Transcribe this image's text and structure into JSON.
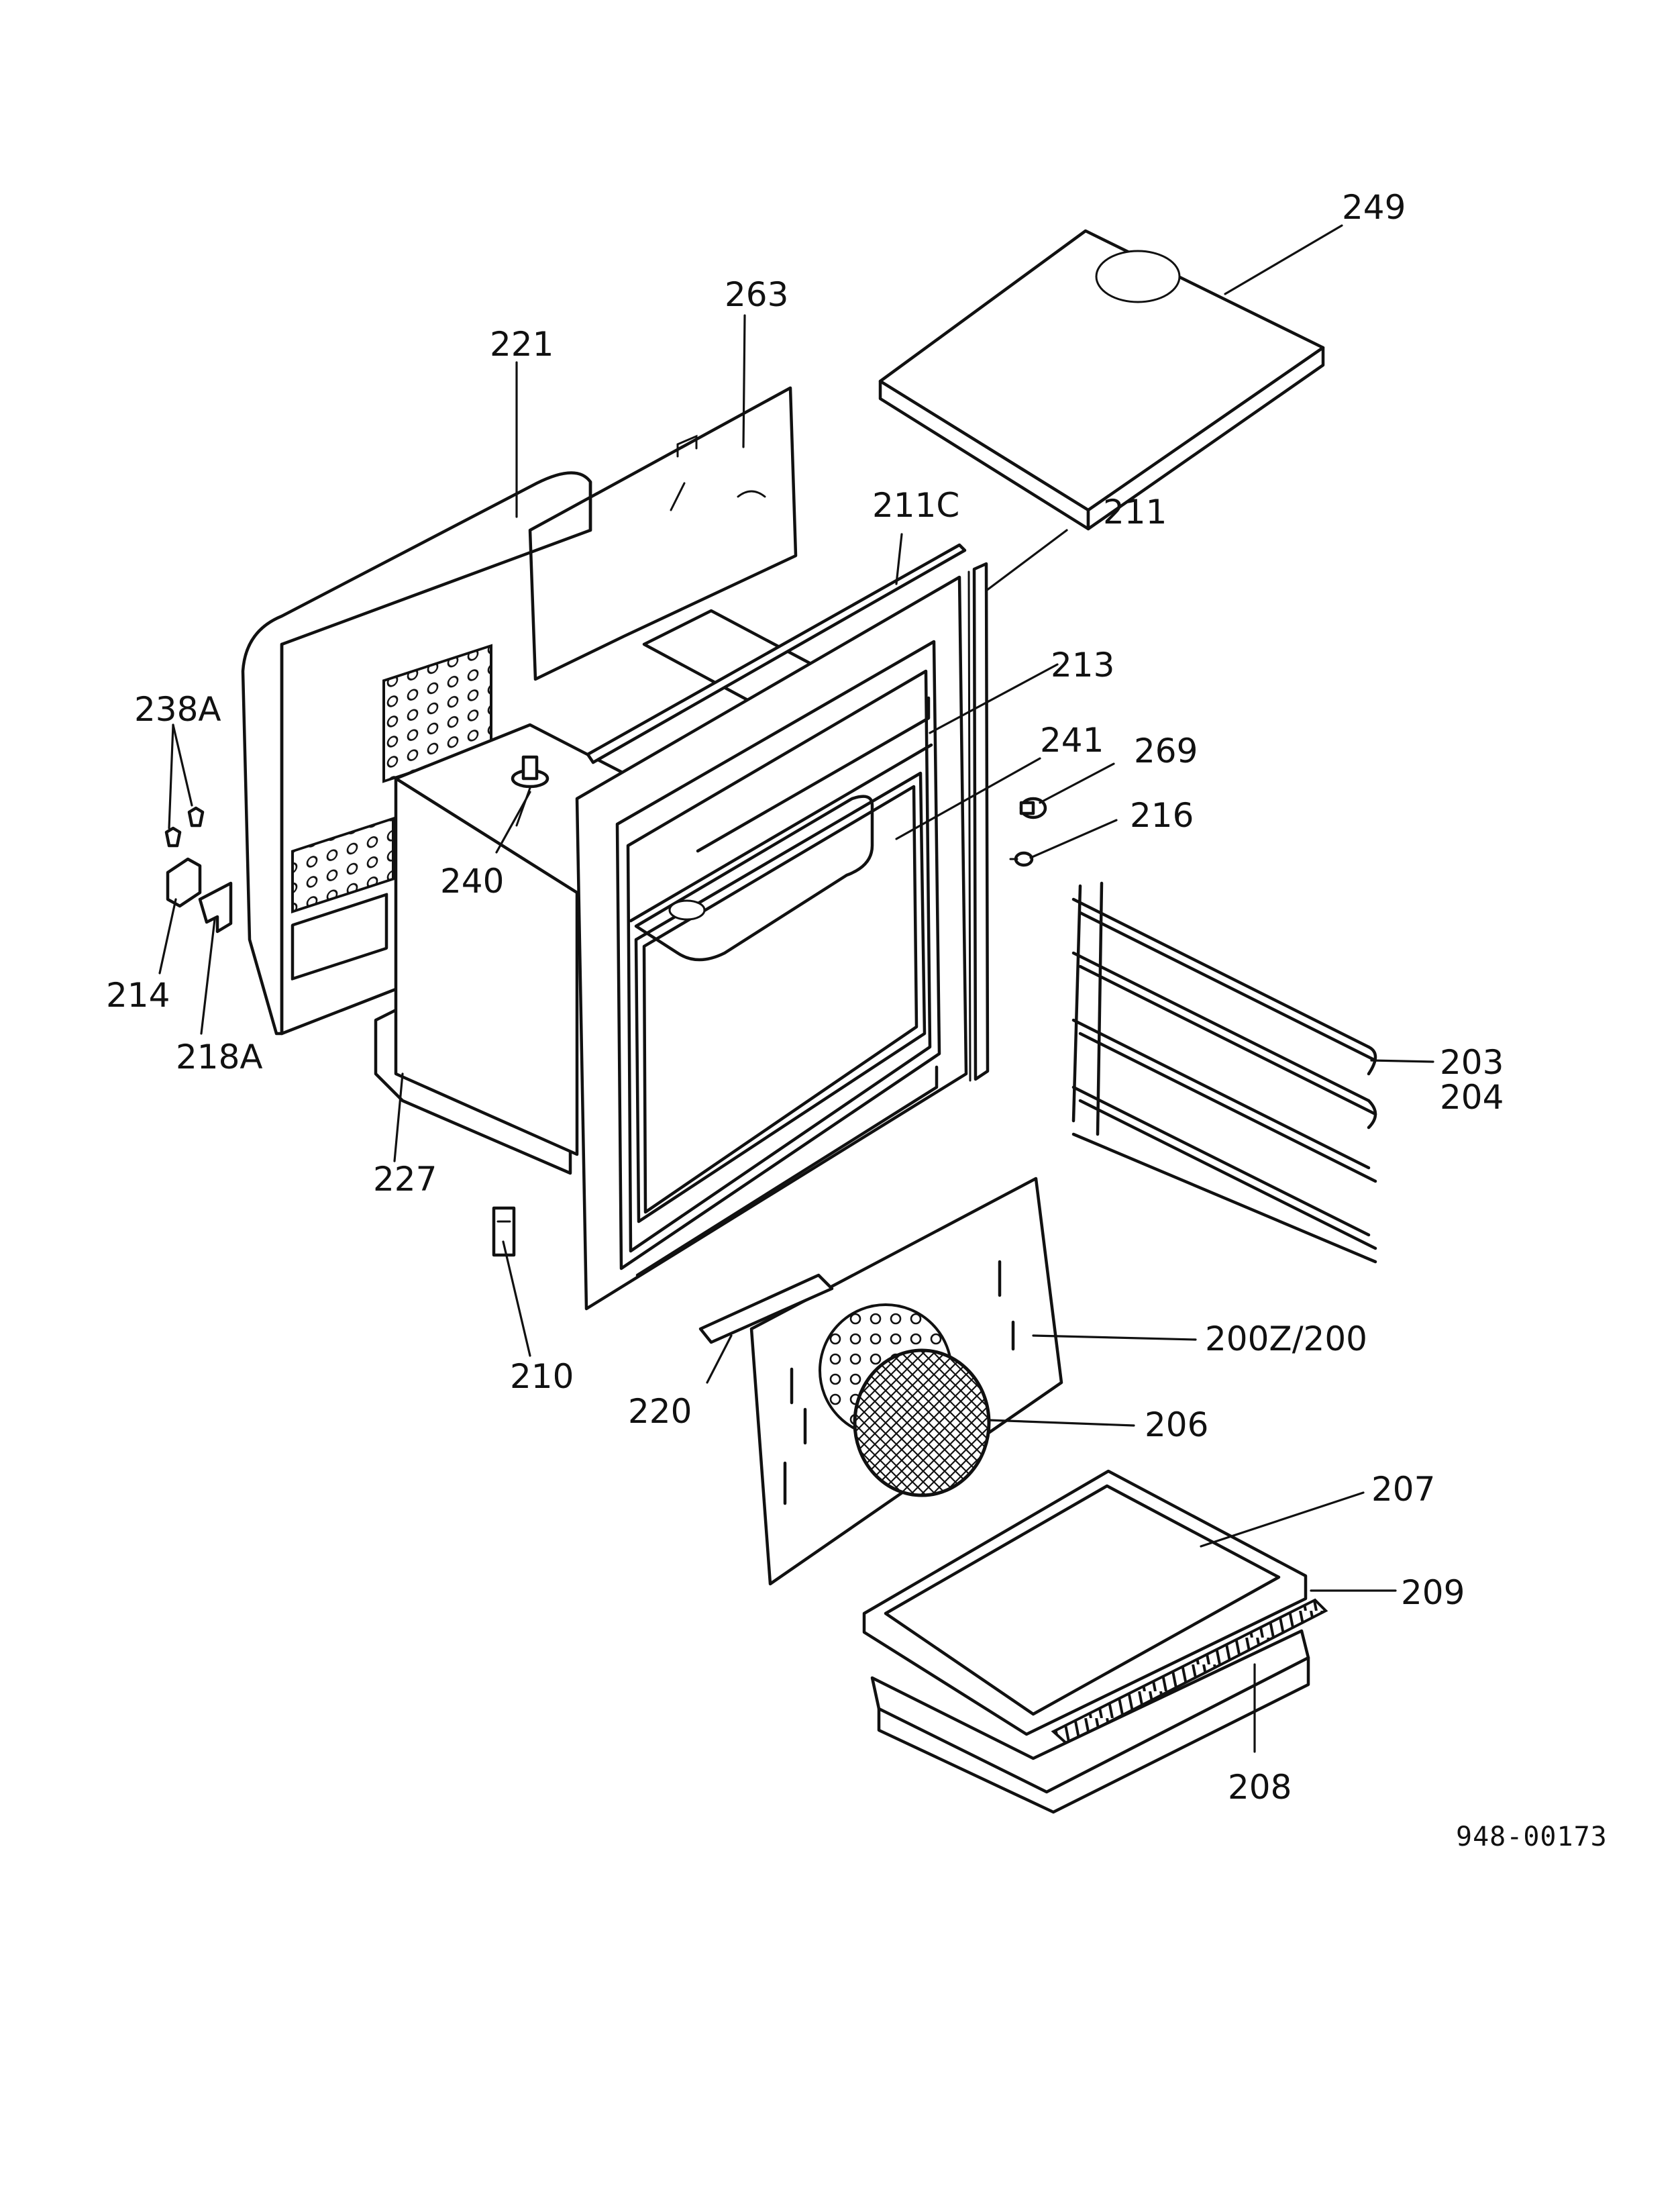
{
  "colors": {
    "ink": "#111111",
    "paper": "#ffffff"
  },
  "document_number": "948-00173",
  "callouts": {
    "c249": "249",
    "c263": "263",
    "c221": "221",
    "c211C": "211C",
    "c211": "211",
    "c213": "213",
    "c241": "241",
    "c269": "269",
    "c216": "216",
    "c238A": "238A",
    "c240": "240",
    "c214": "214",
    "c218A": "218A",
    "c227": "227",
    "c210": "210",
    "c203": "203",
    "c204": "204",
    "c200Z": "200Z/200",
    "c220": "220",
    "c206": "206",
    "c207": "207",
    "c209": "209",
    "c208": "208"
  }
}
